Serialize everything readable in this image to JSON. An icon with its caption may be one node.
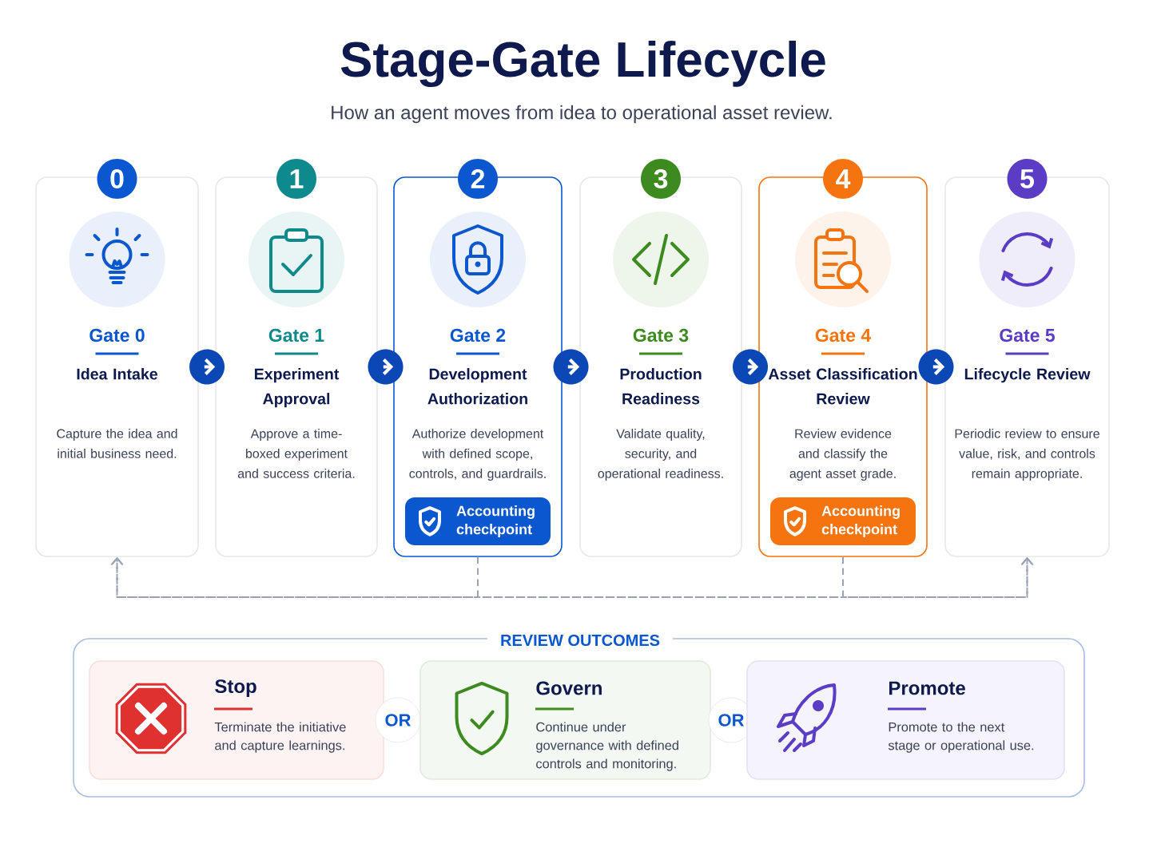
{
  "diagram": {
    "title": "Stage-Gate Lifecycle",
    "labels": [
      "How an agent moves from idea to operational asset review."
    ],
    "nodes": [
      {
        "text": [
          "0",
          "Gate 0",
          "Idea Intake",
          "Capture the idea and initial business need."
        ]
      },
      {
        "text": [
          "1",
          "Gate 1",
          "Experiment Approval",
          "Approve a time-boxed experiment and success criteria."
        ]
      },
      {
        "text": [
          "2",
          "Gate 2",
          "Development Authorization",
          "Authorize development with defined scope, controls, and guardrails."
        ]
      },
      {
        "text": [
          "Accounting checkpoint"
        ],
        "in": 2
      },
      {
        "text": [
          "3",
          "Gate 3",
          "Production Readiness",
          "Validate quality, security, and operational readiness."
        ]
      },
      {
        "text": [
          "4",
          "Gate 4",
          "Asset Classification Review",
          "Review evidence and classify the agent asset grade."
        ]
      },
      {
        "text": [
          "Accounting checkpoint"
        ],
        "in": 5
      },
      {
        "text": [
          "5",
          "Gate 5",
          "Lifecycle Review",
          "Periodic review to ensure value, risk, and controls remain appropriate."
        ]
      },
      {
        "text": [
          "REVIEW OUTCOMES"
        ]
      },
      {
        "text": [
          "Stop",
          "Terminate the initiative and capture learnings."
        ],
        "in": 8
      },
      {
        "text": [
          "OR"
        ],
        "in": 8
      },
      {
        "text": [
          "Govern",
          "Continue under governance with defined controls and monitoring."
        ],
        "in": 8
      },
      {
        "text": [
          "OR"
        ],
        "in": 8
      },
      {
        "text": [
          "Promote",
          "Promote to the next stage or operational use."
        ],
        "in": 8
      }
    ],
    "edges": [
      {
        "from": 0,
        "to": 1,
        "arrow": "to"
      },
      {
        "from": 1,
        "to": 2,
        "arrow": "to"
      },
      {
        "from": 2,
        "to": 4,
        "arrow": "to"
      },
      {
        "from": 4,
        "to": 5,
        "arrow": "to"
      },
      {
        "from": 5,
        "to": 7,
        "arrow": "to"
      },
      {
        "from": 2,
        "to": 0,
        "arrow": "to",
        "style": "dashed",
        "color": "#9aa2b6"
      },
      {
        "from": 2,
        "to": 7,
        "arrow": "to",
        "style": "dashed",
        "color": "#9aa2b6"
      },
      {
        "from": 5,
        "to": 0,
        "arrow": "to",
        "style": "dashed",
        "color": "#9aa2b6"
      },
      {
        "from": 5,
        "to": 7,
        "arrow": "to",
        "style": "dashed",
        "color": "#9aa2b6"
      }
    ]
  }
}
